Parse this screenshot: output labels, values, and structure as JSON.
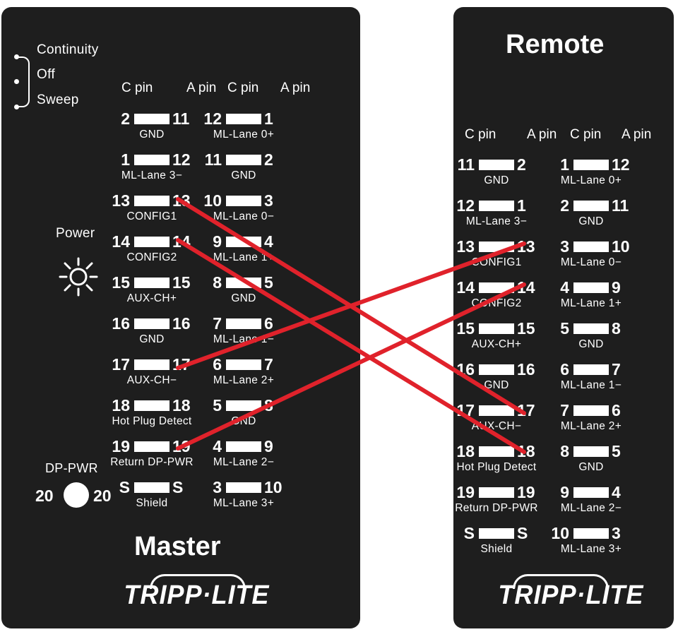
{
  "master": {
    "title": "Master",
    "brand": "TRIPP·LITE",
    "switch": {
      "options": [
        "Continuity",
        "Off",
        "Sweep"
      ]
    },
    "power_label": "Power",
    "power_icon": "sun-icon",
    "dp_pwr": {
      "label": "DP-PWR",
      "left": "20",
      "right": "20"
    },
    "headers": {
      "c1": "C pin",
      "a1": "A pin",
      "c2": "C pin",
      "a2": "A pin"
    },
    "left_rows": [
      {
        "c": "2",
        "a": "11",
        "label": "GND"
      },
      {
        "c": "1",
        "a": "12",
        "label": "ML-Lane 3−"
      },
      {
        "c": "13",
        "a": "13",
        "label": "CONFIG1"
      },
      {
        "c": "14",
        "a": "14",
        "label": "CONFIG2"
      },
      {
        "c": "15",
        "a": "15",
        "label": "AUX-CH+"
      },
      {
        "c": "16",
        "a": "16",
        "label": "GND"
      },
      {
        "c": "17",
        "a": "17",
        "label": "AUX-CH−"
      },
      {
        "c": "18",
        "a": "18",
        "label": "Hot Plug Detect"
      },
      {
        "c": "19",
        "a": "19",
        "label": "Return DP-PWR"
      },
      {
        "c": "S",
        "a": "S",
        "label": "Shield"
      }
    ],
    "right_rows": [
      {
        "c": "12",
        "a": "1",
        "label": "ML-Lane 0+"
      },
      {
        "c": "11",
        "a": "2",
        "label": "GND"
      },
      {
        "c": "10",
        "a": "3",
        "label": "ML-Lane 0−"
      },
      {
        "c": "9",
        "a": "4",
        "label": "ML-Lane 1+"
      },
      {
        "c": "8",
        "a": "5",
        "label": "GND"
      },
      {
        "c": "7",
        "a": "6",
        "label": "ML-Lane 1−"
      },
      {
        "c": "6",
        "a": "7",
        "label": "ML-Lane 2+"
      },
      {
        "c": "5",
        "a": "8",
        "label": "GND"
      },
      {
        "c": "4",
        "a": "9",
        "label": "ML-Lane 2−"
      },
      {
        "c": "3",
        "a": "10",
        "label": "ML-Lane 3+"
      }
    ]
  },
  "remote": {
    "title": "Remote",
    "brand": "TRIPP·LITE",
    "headers": {
      "c1": "C pin",
      "a1": "A pin",
      "c2": "C pin",
      "a2": "A pin"
    },
    "left_rows": [
      {
        "c": "11",
        "a": "2",
        "label": "GND"
      },
      {
        "c": "12",
        "a": "1",
        "label": "ML-Lane 3−"
      },
      {
        "c": "13",
        "a": "13",
        "label": "CONFIG1"
      },
      {
        "c": "14",
        "a": "14",
        "label": "CONFIG2"
      },
      {
        "c": "15",
        "a": "15",
        "label": "AUX-CH+"
      },
      {
        "c": "16",
        "a": "16",
        "label": "GND"
      },
      {
        "c": "17",
        "a": "17",
        "label": "AUX-CH−"
      },
      {
        "c": "18",
        "a": "18",
        "label": "Hot Plug Detect"
      },
      {
        "c": "19",
        "a": "19",
        "label": "Return DP-PWR"
      },
      {
        "c": "S",
        "a": "S",
        "label": "Shield"
      }
    ],
    "right_rows": [
      {
        "c": "1",
        "a": "12",
        "label": "ML-Lane 0+"
      },
      {
        "c": "2",
        "a": "11",
        "label": "GND"
      },
      {
        "c": "3",
        "a": "10",
        "label": "ML-Lane 0−"
      },
      {
        "c": "4",
        "a": "9",
        "label": "ML-Lane 1+"
      },
      {
        "c": "5",
        "a": "8",
        "label": "GND"
      },
      {
        "c": "6",
        "a": "7",
        "label": "ML-Lane 1−"
      },
      {
        "c": "7",
        "a": "6",
        "label": "ML-Lane 2+"
      },
      {
        "c": "8",
        "a": "5",
        "label": "GND"
      },
      {
        "c": "9",
        "a": "4",
        "label": "ML-Lane 2−"
      },
      {
        "c": "10",
        "a": "3",
        "label": "ML-Lane 3+"
      }
    ]
  },
  "wiring": {
    "color": "#e0222b",
    "connections": [
      {
        "from": "Master 13 CONFIG1",
        "to": "Remote 17 AUX-CH−"
      },
      {
        "from": "Master 14 CONFIG2",
        "to": "Remote 18 Hot Plug Detect"
      },
      {
        "from": "Master 17 AUX-CH−",
        "to": "Remote 13 CONFIG1"
      },
      {
        "from": "Master 19 Return DP-PWR",
        "to": "Remote 14 CONFIG2"
      }
    ]
  }
}
